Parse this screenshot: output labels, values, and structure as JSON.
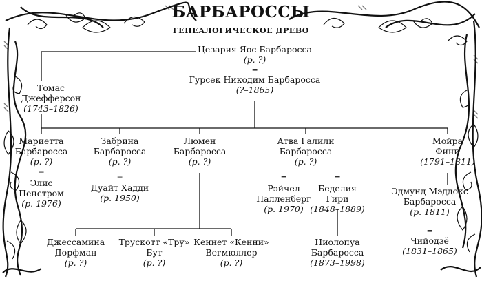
{
  "title": "БАРБАРОССЫ",
  "subtitle": "ГЕНЕАЛОГИЧЕСКОЕ ДРЕВО",
  "people": {
    "cesaria": {
      "name1": "Цезария Яос Барбаросса",
      "dates": "(р. ?)"
    },
    "gursek": {
      "name1": "Гурсек Никодим Барбаросса",
      "dates": "(?–1865)"
    },
    "tomas": {
      "name1": "Томас",
      "name2": "Джефферсон",
      "dates": "(1743–1826)"
    },
    "marietta": {
      "name1": "Мариетта",
      "name2": "Барбаросса",
      "dates": "(р. ?)"
    },
    "elis": {
      "name1": "Элис",
      "name2": "Пенстром",
      "dates": "(р. 1976)"
    },
    "zabrina": {
      "name1": "Забрина",
      "name2": "Барбаросса",
      "dates": "(р. ?)"
    },
    "duait": {
      "name1": "Дуайт Хадди",
      "dates": "(р. 1950)"
    },
    "lyumen": {
      "name1": "Люмен",
      "name2": "Барбаросса",
      "dates": "(р. ?)"
    },
    "atva": {
      "name1": "Атва Галили",
      "name2": "Барбаросса",
      "dates": "(р. ?)"
    },
    "reychel": {
      "name1": "Рэйчел",
      "name2": "Палленберг",
      "dates": "(р. 1970)"
    },
    "bedeliya": {
      "name1": "Беделия",
      "name2": "Гири",
      "dates": "(1848–1889)"
    },
    "moyra": {
      "name1": "Мойра",
      "name2": "Фини",
      "dates": "(1791–1811)"
    },
    "edmund": {
      "name1": "Эдмунд Мэддокс",
      "name2": "Барбаросса",
      "dates": "(р. 1811)"
    },
    "chiyodze": {
      "name1": "Чийодзё",
      "dates": "(1831–1865)"
    },
    "jessamina": {
      "name1": "Джессамина",
      "name2": "Дорфман",
      "dates": "(р. ?)"
    },
    "truskott": {
      "name1": "Трускотт «Тру»",
      "name2": "Бут",
      "dates": "(р. ?)"
    },
    "kennet": {
      "name1": "Кеннет «Кенни»",
      "name2": "Вегмюллер",
      "dates": "(р. ?)"
    },
    "niolopua": {
      "name1": "Ниолопуа",
      "name2": "Барбаросса",
      "dates": "(1873–1998)"
    }
  }
}
